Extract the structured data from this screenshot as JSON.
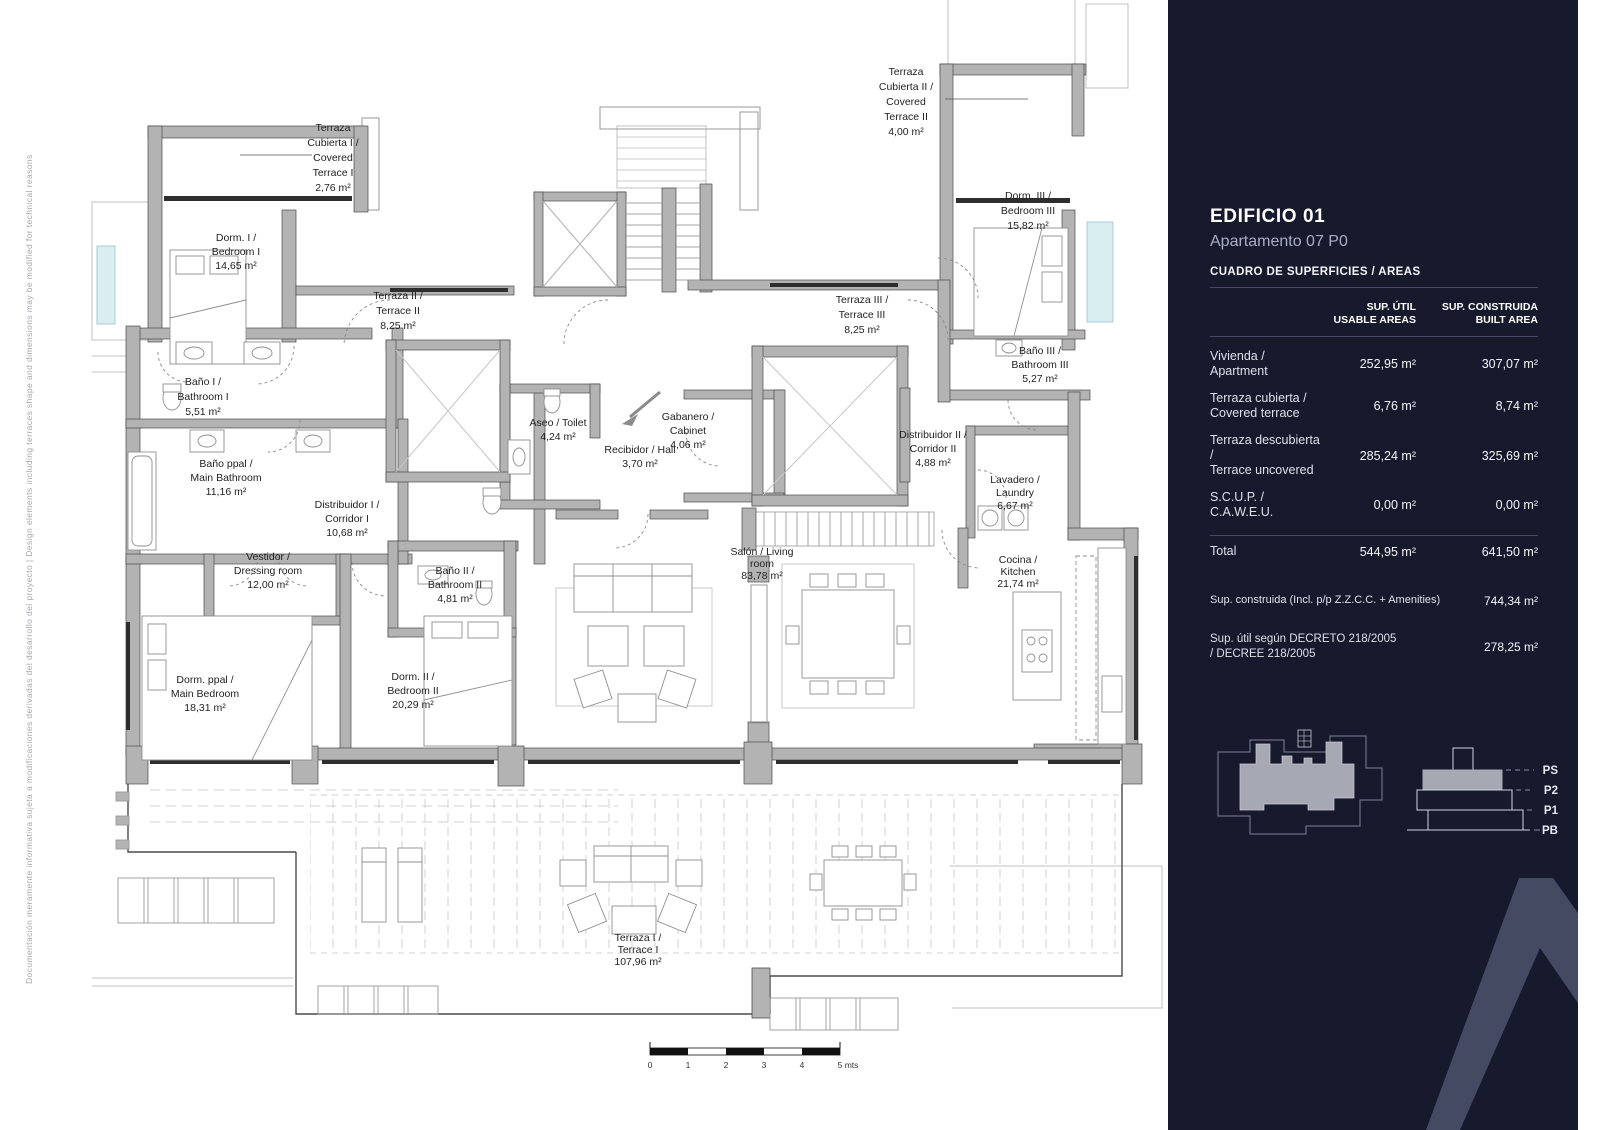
{
  "disclaimer": "Documentación meramente informativa sujeta a modificaciones derivadas del desarrollo del proyecto | Design elements including terraces shape and dimensions may be modified for technical reasons",
  "sidebar": {
    "title": "EDIFICIO 01",
    "subtitle": "Apartamento 07 P0",
    "caption": "CUADRO DE SUPERFICIES / AREAS",
    "col1": [
      "SUP. ÚTIL",
      "USABLE AREAS"
    ],
    "col2": [
      "SUP. CONSTRUIDA",
      "BUILT AREA"
    ],
    "rows": [
      {
        "label1": "Vivienda / Apartment",
        "label2": "",
        "util": "252,95 m²",
        "built": "307,07 m²"
      },
      {
        "label1": "Terraza cubierta /",
        "label2": "Covered terrace",
        "util": "6,76 m²",
        "built": "8,74 m²"
      },
      {
        "label1": "Terraza descubierta /",
        "label2": "Terrace uncovered",
        "util": "285,24 m²",
        "built": "325,69 m²"
      },
      {
        "label1": "S.C.U.P. / C.A.W.E.U.",
        "label2": "",
        "util": "0,00 m²",
        "built": "0,00 m²"
      }
    ],
    "total": {
      "label": "Total",
      "util": "544,95 m²",
      "built": "641,50 m²"
    },
    "extra1": {
      "label": "Sup. construida (Incl. p/p Z.Z.C.C. + Amenities)",
      "value": "744,34 m²"
    },
    "extra2": {
      "label1": "Sup. útil según DECRETO 218/2005",
      "label2": "/ DECREE 218/2005",
      "value": "278,25 m²"
    },
    "levels": [
      "PS",
      "P2",
      "P1",
      "PB"
    ]
  },
  "plan": {
    "rooms": {
      "tc1": {
        "lines": [
          "Terraza",
          "Cubierta I /",
          "Covered",
          "Terrace I",
          "2,76 m²"
        ]
      },
      "tc2": {
        "lines": [
          "Terraza",
          "Cubierta II /",
          "Covered",
          "Terrace II",
          "4,00 m²"
        ]
      },
      "dorm1": {
        "lines": [
          "Dorm. I /",
          "Bedroom I",
          "14,65 m²"
        ]
      },
      "dorm2": {
        "lines": [
          "Dorm. II /",
          "Bedroom II",
          "20,29 m²"
        ]
      },
      "dorm3": {
        "lines": [
          "Dorm. III /",
          "Bedroom III",
          "15,82 m²"
        ]
      },
      "dormppal": {
        "lines": [
          "Dorm. ppal /",
          "Main Bedroom",
          "18,31 m²"
        ]
      },
      "t1": {
        "lines": [
          "Terraza I /",
          "Terrace I",
          "107,96 m²"
        ]
      },
      "t2": {
        "lines": [
          "Terraza II /",
          "Terrace II",
          "8,25 m²"
        ]
      },
      "t3": {
        "lines": [
          "Terraza III /",
          "Terrace III",
          "8,25 m²"
        ]
      },
      "bano1": {
        "lines": [
          "Baño I /",
          "Bathroom I",
          "5,51 m²"
        ]
      },
      "bano2": {
        "lines": [
          "Baño II /",
          "Bathroom II",
          "4,81 m²"
        ]
      },
      "bano3": {
        "lines": [
          "Baño III /",
          "Bathroom III",
          "5,27 m²"
        ]
      },
      "banoppal": {
        "lines": [
          "Baño ppal /",
          "Main Bathroom",
          "11,16 m²"
        ]
      },
      "aseo": {
        "lines": [
          "Aseo / Toilet",
          "4,24 m²"
        ]
      },
      "recibidor": {
        "lines": [
          "Recibidor / Hall",
          "3,70 m²"
        ]
      },
      "gabanero": {
        "lines": [
          "Gabanero /",
          "Cabinet",
          "4,06 m²"
        ]
      },
      "dist1": {
        "lines": [
          "Distribuidor I /",
          "Corridor I",
          "10,68 m²"
        ]
      },
      "dist2": {
        "lines": [
          "Distribuidor II /",
          "Corridor II",
          "4,88 m²"
        ]
      },
      "lavadero": {
        "lines": [
          "Lavadero /",
          "Laundry",
          "6,67 m²"
        ]
      },
      "vestidor": {
        "lines": [
          "Vestidor /",
          "Dressing room",
          "12,00 m²"
        ]
      },
      "salon": {
        "lines": [
          "Salón / Living",
          "room",
          "83,78 m²"
        ]
      },
      "cocina": {
        "lines": [
          "Cocina /",
          "Kitchen",
          "21,74 m²"
        ]
      }
    },
    "scale": {
      "ticks": [
        "0",
        "1",
        "2",
        "3",
        "4",
        "5 mts"
      ]
    }
  },
  "colors": {
    "sidebar_bg": "#171a2d",
    "wall": "#b3b3b3",
    "glazing": "#2e2e2e",
    "glass_teal": "#d9eef0",
    "watermark": "#454a63"
  }
}
